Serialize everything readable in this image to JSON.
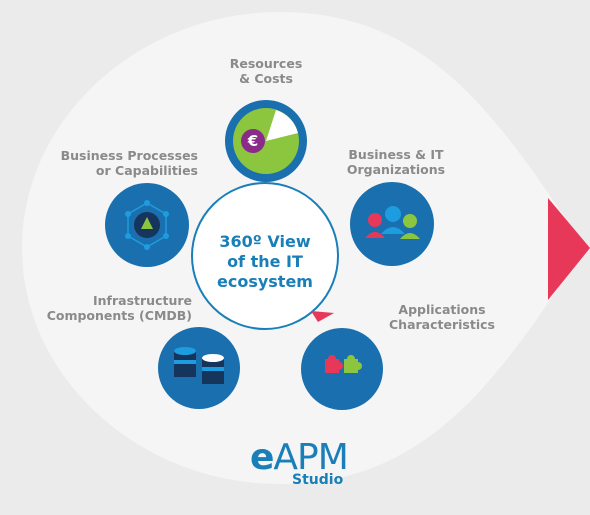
{
  "center": {
    "line1": "360º View",
    "line2": "of the IT",
    "line3": "ecosystem"
  },
  "nodes": [
    {
      "id": "resources",
      "lines": [
        "Resources",
        "& Costs"
      ],
      "icon": "euro-pie-chart-icon"
    },
    {
      "id": "business-it",
      "lines": [
        "Business & IT",
        "Organizations"
      ],
      "icon": "people-group-icon"
    },
    {
      "id": "applications",
      "lines": [
        "Applications",
        "Characteristics"
      ],
      "icon": "puzzle-pieces-icon"
    },
    {
      "id": "infrastructure",
      "lines": [
        "Infrastructure",
        "Components (CMDB)"
      ],
      "icon": "database-cylinders-icon"
    },
    {
      "id": "processes",
      "lines": [
        "Business Processes",
        "or Capabilities"
      ],
      "icon": "process-network-icon"
    }
  ],
  "brand": {
    "e": "e",
    "rest": "APM",
    "sub": "Studio"
  },
  "colors": {
    "background": "#ebebeb",
    "drop": "#f4f5f4",
    "icon_circle": "#1a6fae",
    "accent_red": "#e8385a",
    "text_blue": "#1a7fb8",
    "label_gray": "#8a8a8a"
  }
}
